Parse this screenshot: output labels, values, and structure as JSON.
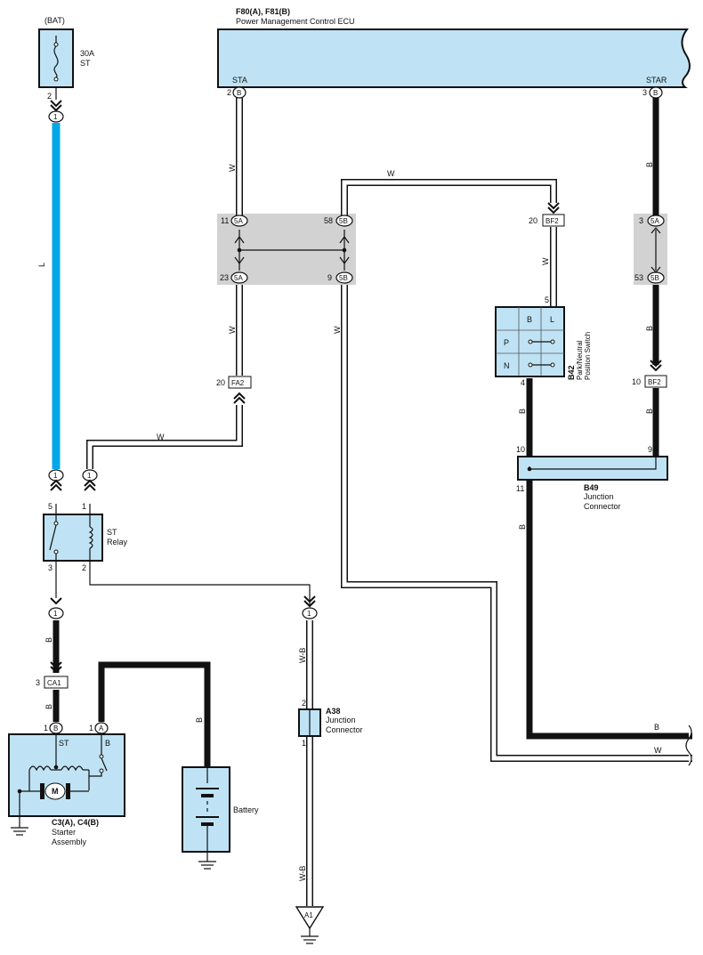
{
  "colors": {
    "component_fill": "#bfe3f4",
    "junction_gray": "#d2d2d2",
    "wire_blue": "#00a8e8",
    "wire_black": "#111111",
    "background": "#ffffff"
  },
  "icons": [
    "fuse-icon",
    "relay-switch-icon",
    "relay-coil-icon",
    "motor-icon",
    "battery-icon",
    "ground-icon",
    "connector-arrow-icon",
    "break-mark-icon"
  ],
  "fuse": {
    "source": "(BAT)",
    "rating": "30A",
    "name": "ST",
    "pin_bottom": "2"
  },
  "ecu": {
    "title": "F80(A), F81(B)",
    "name": "Power Management Control ECU",
    "sta_label": "STA",
    "star_label": "STAR",
    "sta_pin": "2",
    "sta_conn": "B",
    "star_pin": "3",
    "star_conn": "B"
  },
  "wires": {
    "w": "W",
    "b": "B",
    "l": "L",
    "wb": "W-B"
  },
  "connectors": {
    "c1_top": "1",
    "c1_relay_a": "1",
    "c1_relay_b": "1",
    "c1_relay_out": "1",
    "c1_wb": "1",
    "j5a_11": "11",
    "j5a_11_tag": "5A",
    "j5b_58": "58",
    "j5b_58_tag": "5B",
    "j5a_23": "23",
    "j5a_23_tag": "5A",
    "j5b_9": "9",
    "j5b_9_tag": "5B",
    "r5a_3": "3",
    "r5a_3_tag": "5A",
    "r5b_53": "53",
    "r5b_53_tag": "5B",
    "bf2_top_pin": "20",
    "bf2_top": "BF2",
    "bf2_bot_pin": "10",
    "bf2_bot": "BF2",
    "fa2_pin": "20",
    "fa2": "FA2",
    "ca1_pin": "3",
    "ca1": "CA1",
    "a1": "A1"
  },
  "relay": {
    "name": "ST",
    "sub": "Relay",
    "pin5": "5",
    "pin1": "1",
    "pin3": "3",
    "pin2": "2"
  },
  "pn_switch": {
    "code": "B42",
    "name1": "Park/Neutral",
    "name2": "Position Switch",
    "pin5": "5",
    "pin4": "4",
    "col_b": "B",
    "col_l": "L",
    "row_p": "P",
    "row_n": "N"
  },
  "b49": {
    "code": "B49",
    "name1": "Junction",
    "name2": "Connector",
    "pin10": "10",
    "pin9": "9",
    "pin11": "11"
  },
  "a38": {
    "code": "A38",
    "name1": "Junction",
    "name2": "Connector",
    "pin2": "2",
    "pin1": "1"
  },
  "starter": {
    "code": "C3(A), C4(B)",
    "name1": "Starter",
    "name2": "Assembly",
    "st": "ST",
    "b": "B",
    "motor": "M",
    "pin_b": "1",
    "conn_b": "B",
    "pin_a": "1",
    "conn_a": "A"
  },
  "battery": {
    "name": "Battery"
  }
}
